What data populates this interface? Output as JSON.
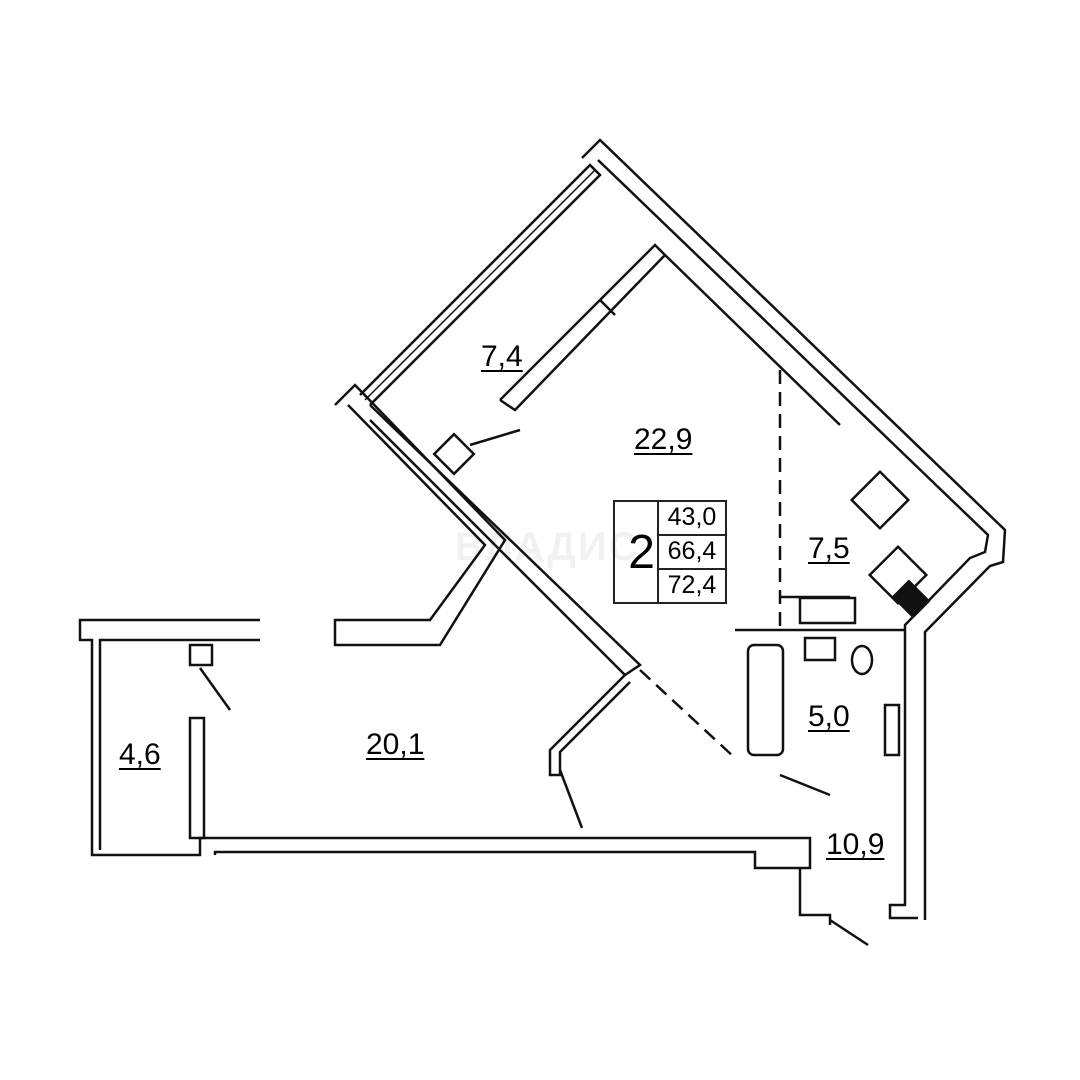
{
  "watermark": "ВЛАДИС",
  "summary": {
    "rooms": "2",
    "living_area": "43,0",
    "total_area": "66,4",
    "total_with_balcony": "72,4"
  },
  "rooms": [
    {
      "name": "balcony-top",
      "area": "7,4"
    },
    {
      "name": "room-large",
      "area": "22,9"
    },
    {
      "name": "kitchen",
      "area": "7,5"
    },
    {
      "name": "bathroom",
      "area": "5,0"
    },
    {
      "name": "room-bottom",
      "area": "20,1"
    },
    {
      "name": "balcony-left",
      "area": "4,6"
    },
    {
      "name": "hallway",
      "area": "10,9"
    }
  ]
}
